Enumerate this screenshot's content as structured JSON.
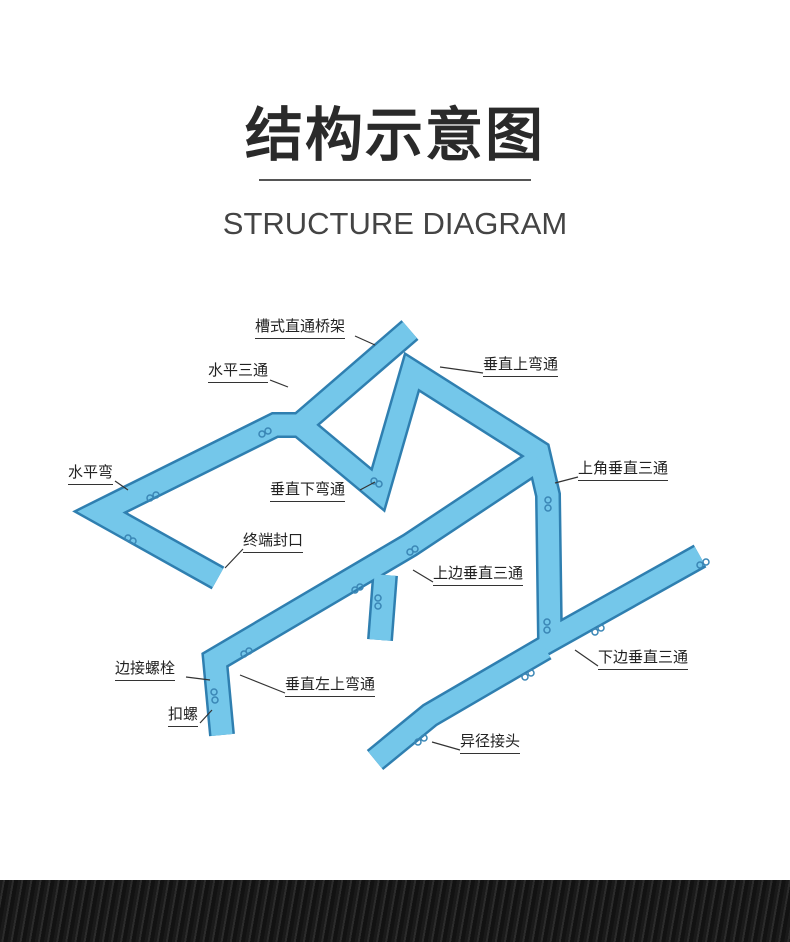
{
  "header": {
    "title": "结构示意图",
    "subtitle": "STRUCTURE DIAGRAM"
  },
  "colors": {
    "tray": "#74c7ea",
    "tray_edge": "#2f7fb0",
    "footer": "#1c1c1c"
  },
  "labels": {
    "straight": "槽式直通桥架",
    "h_tee": "水平三通",
    "v_up_bend": "垂直上弯通",
    "h_bend": "水平弯",
    "v_down_bend": "垂直下弯通",
    "top_corner_v_tee": "上角垂直三通",
    "end_cap": "终端封口",
    "top_side_v_tee": "上边垂直三通",
    "joint_bolt": "边接螺栓",
    "v_left_up_bend": "垂直左上弯通",
    "bottom_side_v_tee": "下边垂直三通",
    "clip_nut": "扣螺",
    "reducer": "异径接头"
  }
}
